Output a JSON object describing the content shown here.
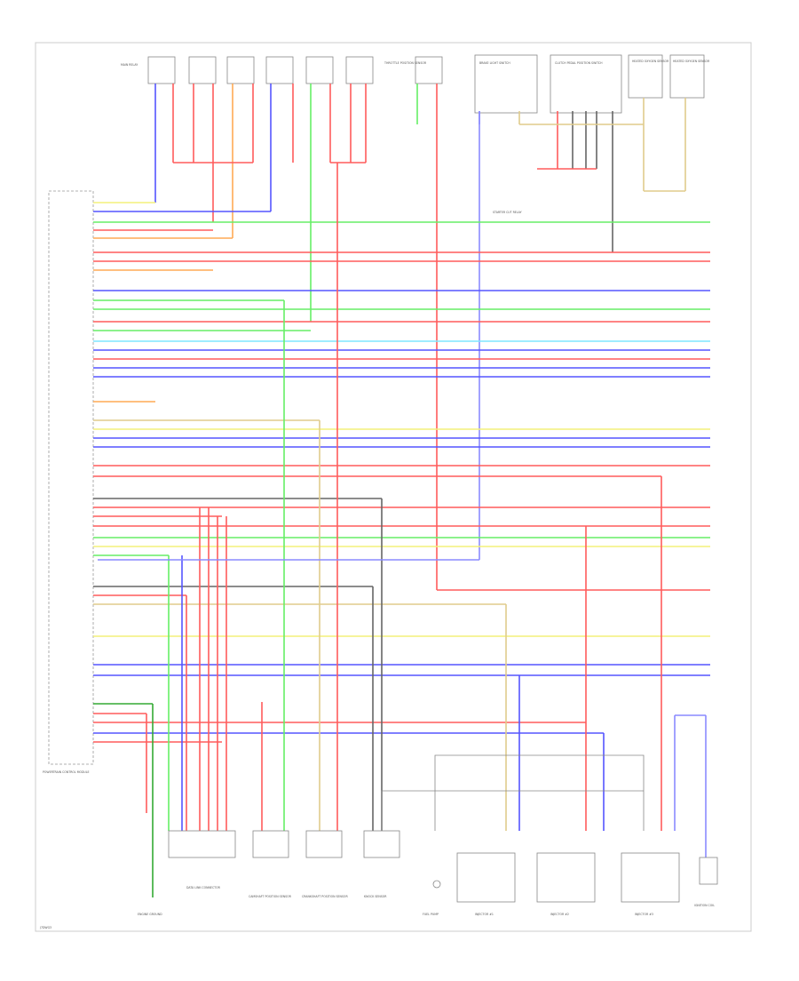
{
  "diagram": {
    "footer_code": "J7DWG3",
    "ecm_label": "POWERTRAIN CONTROL MODULE",
    "components": {
      "main_relay": "MAIN RELAY",
      "starter_cut": "STARTER CUT RELAY",
      "brake_light": "BRAKE LIGHT SWITCH",
      "clutch_pedal": "CLUTCH PEDAL POSITION SWITCH",
      "tps": "THROTTLE POSITION SENSOR",
      "cam_sensor": "CAMSHAFT POSITION SENSOR",
      "crank_sensor": "CRANKSHAFT POSITION SENSOR",
      "knock_sensor": "KNOCK SENSOR",
      "ho2s_front": "HEATED OXYGEN SENSOR",
      "ho2s_rear": "HEATED OXYGEN SENSOR",
      "fuel_pump": "FUEL PUMP",
      "injector_1": "INJECTOR #1",
      "injector_2": "INJECTOR #2",
      "injector_3": "INJECTOR #3",
      "ignition_coil": "IGNITION COIL",
      "data_link": "DATA LINK CONNECTOR",
      "engine_ground": "ENGINE GROUND"
    },
    "wire_colors": {
      "red": "#ff5c5c",
      "blue": "#5555ff",
      "green": "#66ee66",
      "yellow": "#f4f07a",
      "orange": "#ffaa55",
      "cyan": "#7fe6ff",
      "gray": "#666666",
      "tan": "#e0cc8c",
      "violet": "#8a8aff",
      "dark_green": "#33aa33"
    }
  }
}
